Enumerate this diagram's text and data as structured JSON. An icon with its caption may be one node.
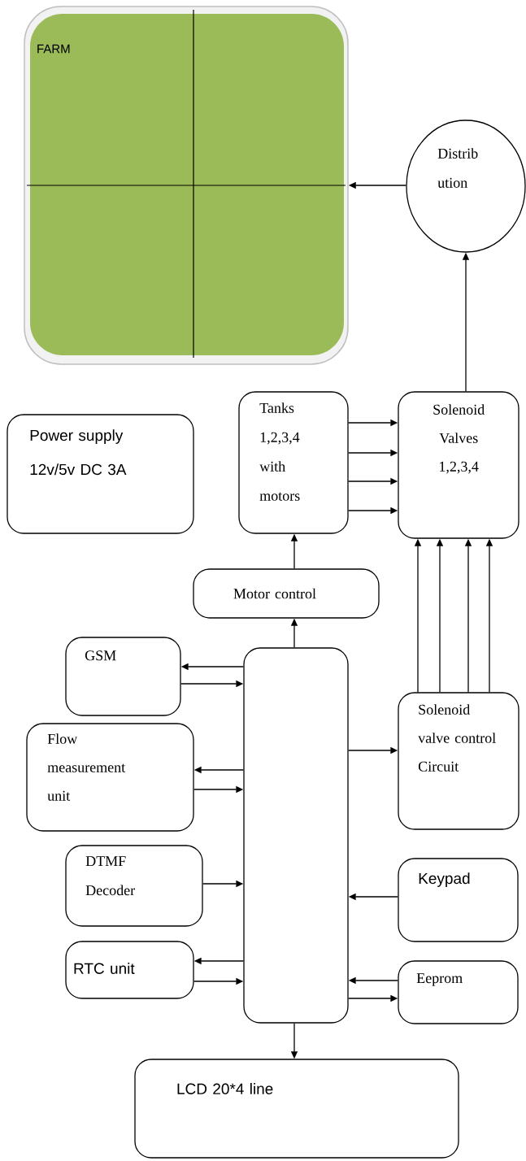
{
  "diagram": {
    "nodes": [
      {
        "text": [
          "FARM"
        ]
      },
      {
        "text": [
          "Distrib ution"
        ]
      },
      {
        "text": [
          "Power supply 12v/5v DC 3A"
        ]
      },
      {
        "text": [
          "Tanks 1,2,3,4 with motors"
        ]
      },
      {
        "text": [
          "Solenoid Valves 1,2,3,4"
        ]
      },
      {
        "text": [
          "Motor control"
        ]
      },
      {
        "text": [
          "GSM"
        ]
      },
      {
        "text": [],
        "shape": "box"
      },
      {
        "text": [
          "Flow measurement unit"
        ]
      },
      {
        "text": [
          "Solenoid valve control Circuit"
        ]
      },
      {
        "text": [
          "DTMF Decoder"
        ]
      },
      {
        "text": [
          "Keypad"
        ]
      },
      {
        "text": [
          "RTC unit"
        ]
      },
      {
        "text": [
          "Eeprom"
        ]
      },
      {
        "text": [
          "LCD 20*4 line"
        ]
      }
    ],
    "edges": [
      {
        "from": 1,
        "to": 0,
        "arrow": "to"
      },
      {
        "from": 4,
        "to": 1,
        "arrow": "to"
      },
      {
        "from": 3,
        "to": 4,
        "arrow": "to"
      },
      {
        "from": 3,
        "to": 4,
        "arrow": "to"
      },
      {
        "from": 3,
        "to": 4,
        "arrow": "to"
      },
      {
        "from": 3,
        "to": 4,
        "arrow": "to"
      },
      {
        "from": 5,
        "to": 3,
        "arrow": "to"
      },
      {
        "from": 7,
        "to": 5,
        "arrow": "to"
      },
      {
        "from": 7,
        "to": 6,
        "arrow": "to"
      },
      {
        "from": 6,
        "to": 7,
        "arrow": "to"
      },
      {
        "from": 7,
        "to": 8,
        "arrow": "to"
      },
      {
        "from": 8,
        "to": 7,
        "arrow": "to"
      },
      {
        "from": 7,
        "to": 9,
        "arrow": "to"
      },
      {
        "from": 9,
        "to": 4,
        "arrow": "to"
      },
      {
        "from": 9,
        "to": 4,
        "arrow": "to"
      },
      {
        "from": 9,
        "to": 4,
        "arrow": "to"
      },
      {
        "from": 9,
        "to": 4,
        "arrow": "to"
      },
      {
        "from": 10,
        "to": 7,
        "arrow": "to"
      },
      {
        "from": 11,
        "to": 7,
        "arrow": "to"
      },
      {
        "from": 7,
        "to": 12,
        "arrow": "to"
      },
      {
        "from": 12,
        "to": 7,
        "arrow": "to"
      },
      {
        "from": 13,
        "to": 7,
        "arrow": "to"
      },
      {
        "from": 7,
        "to": 13,
        "arrow": "to"
      },
      {
        "from": 7,
        "to": 14,
        "arrow": "to"
      }
    ]
  }
}
